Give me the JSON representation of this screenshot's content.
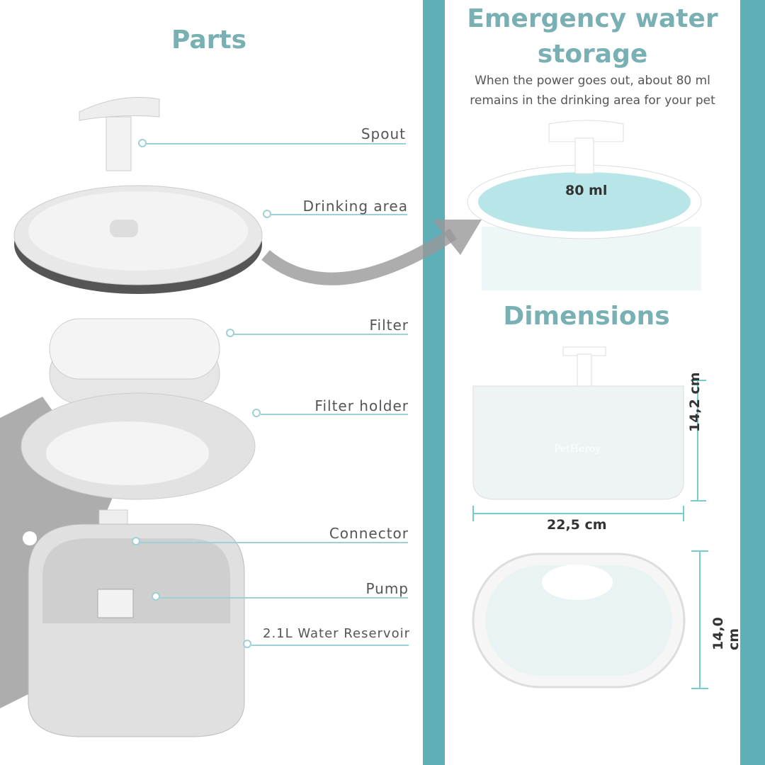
{
  "parts": {
    "title": "Parts",
    "labels": [
      "Spout",
      "Drinking area",
      "Filter",
      "Filter holder",
      "Connector",
      "Pump",
      "2.1L Water Reservoir"
    ]
  },
  "emergency": {
    "title_line1": "Emergency water",
    "title_line2": "storage",
    "desc_line1": "When the power goes out, about 80 ml",
    "desc_line2": "remains in the drinking area for your pet",
    "volume_label": "80 ml"
  },
  "dimensions": {
    "title": "Dimensions",
    "height": "14,2 cm",
    "width": "22,5 cm",
    "depth": "14,0 cm",
    "brand": "PetHeroy"
  },
  "colors": {
    "accent": "#5eafb8",
    "title": "#79b0b4",
    "water": "#b8e6e8"
  }
}
